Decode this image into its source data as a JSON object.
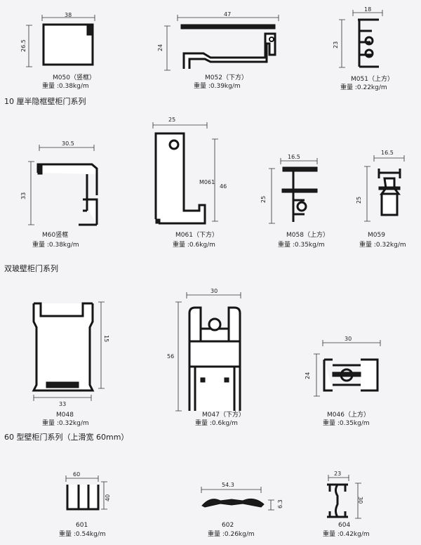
{
  "sections": [
    "10 厘半隐框壁柜门系列",
    "双玻壁柜门系列",
    "60 型壁柜门系列（上滑宽 60mm）"
  ],
  "profiles": [
    {
      "code": "M050（竖框）",
      "weight": "重量 :0.38kg/m",
      "dims": [
        "38",
        "26.5"
      ]
    },
    {
      "code": "M052（下方）",
      "weight": "重量 :0.39kg/m",
      "dims": [
        "47",
        "24"
      ]
    },
    {
      "code": "M051（上方）",
      "weight": "重量 :0.22kg/m",
      "dims": [
        "18",
        "23"
      ]
    },
    {
      "code": "M60竖框",
      "weight": "重量 :0.38kg/m",
      "dims": [
        "30.5",
        "33"
      ]
    },
    {
      "code": "M061（下方）",
      "weight": "重量 :0.6kg/m",
      "dims": [
        "25",
        "46",
        "M061"
      ]
    },
    {
      "code": "M058（上方）",
      "weight": "重量 :0.35kg/m",
      "dims": [
        "16.5",
        "25"
      ]
    },
    {
      "code": "M059",
      "weight": "重量 :0.32kg/m",
      "dims": [
        "16.5",
        "25"
      ]
    },
    {
      "code": "M048",
      "weight": "重量 :0.32kg/m",
      "dims": [
        "33",
        "15"
      ]
    },
    {
      "code": "M047（下方）",
      "weight": "重量 :0.6kg/m",
      "dims": [
        "30",
        "56"
      ]
    },
    {
      "code": "M046（上方）",
      "weight": "重量 :0.35kg/m",
      "dims": [
        "30",
        "24"
      ]
    },
    {
      "code": "601",
      "weight": "重量 :0.54kg/m",
      "dims": [
        "60",
        "40"
      ]
    },
    {
      "code": "602",
      "weight": "重量 :0.26kg/m",
      "dims": [
        "54.3",
        "6.3"
      ]
    },
    {
      "code": "604",
      "weight": "重量 :0.42kg/m",
      "dims": [
        "23",
        "30"
      ]
    }
  ]
}
